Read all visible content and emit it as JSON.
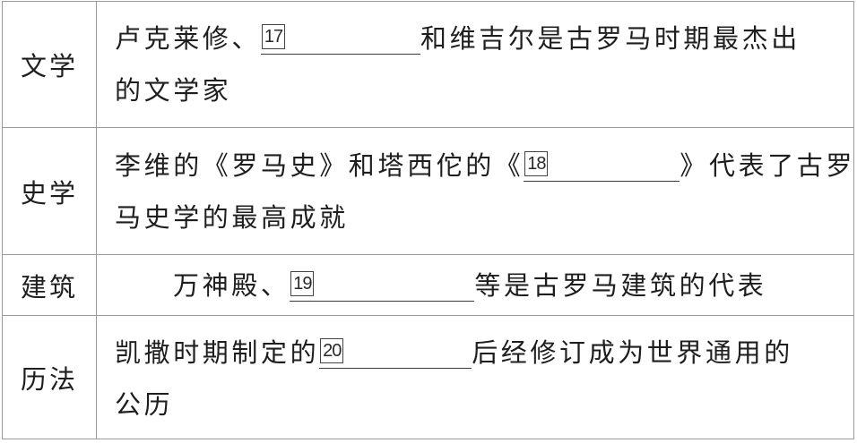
{
  "rows": [
    {
      "label": "文学",
      "line1_before": "卢克莱修、",
      "blank_number": "17",
      "line1_after": "和维吉尔是古罗马时期最杰出",
      "line2": "的文学家"
    },
    {
      "label": "史学",
      "line1_before": "李维的《罗马史》和塔西佗的《",
      "blank_number": "18",
      "line1_after": "》代表了古罗",
      "line2": "马史学的最高成就"
    },
    {
      "label": "建筑",
      "line1_before": "万神殿、",
      "blank_number": "19",
      "line1_after": "等是古罗马建筑的代表"
    },
    {
      "label": "历法",
      "line1_before": "凯撒时期制定的",
      "blank_number": "20",
      "line1_after": "后经修订成为世界通用的",
      "line2": "公历"
    }
  ]
}
